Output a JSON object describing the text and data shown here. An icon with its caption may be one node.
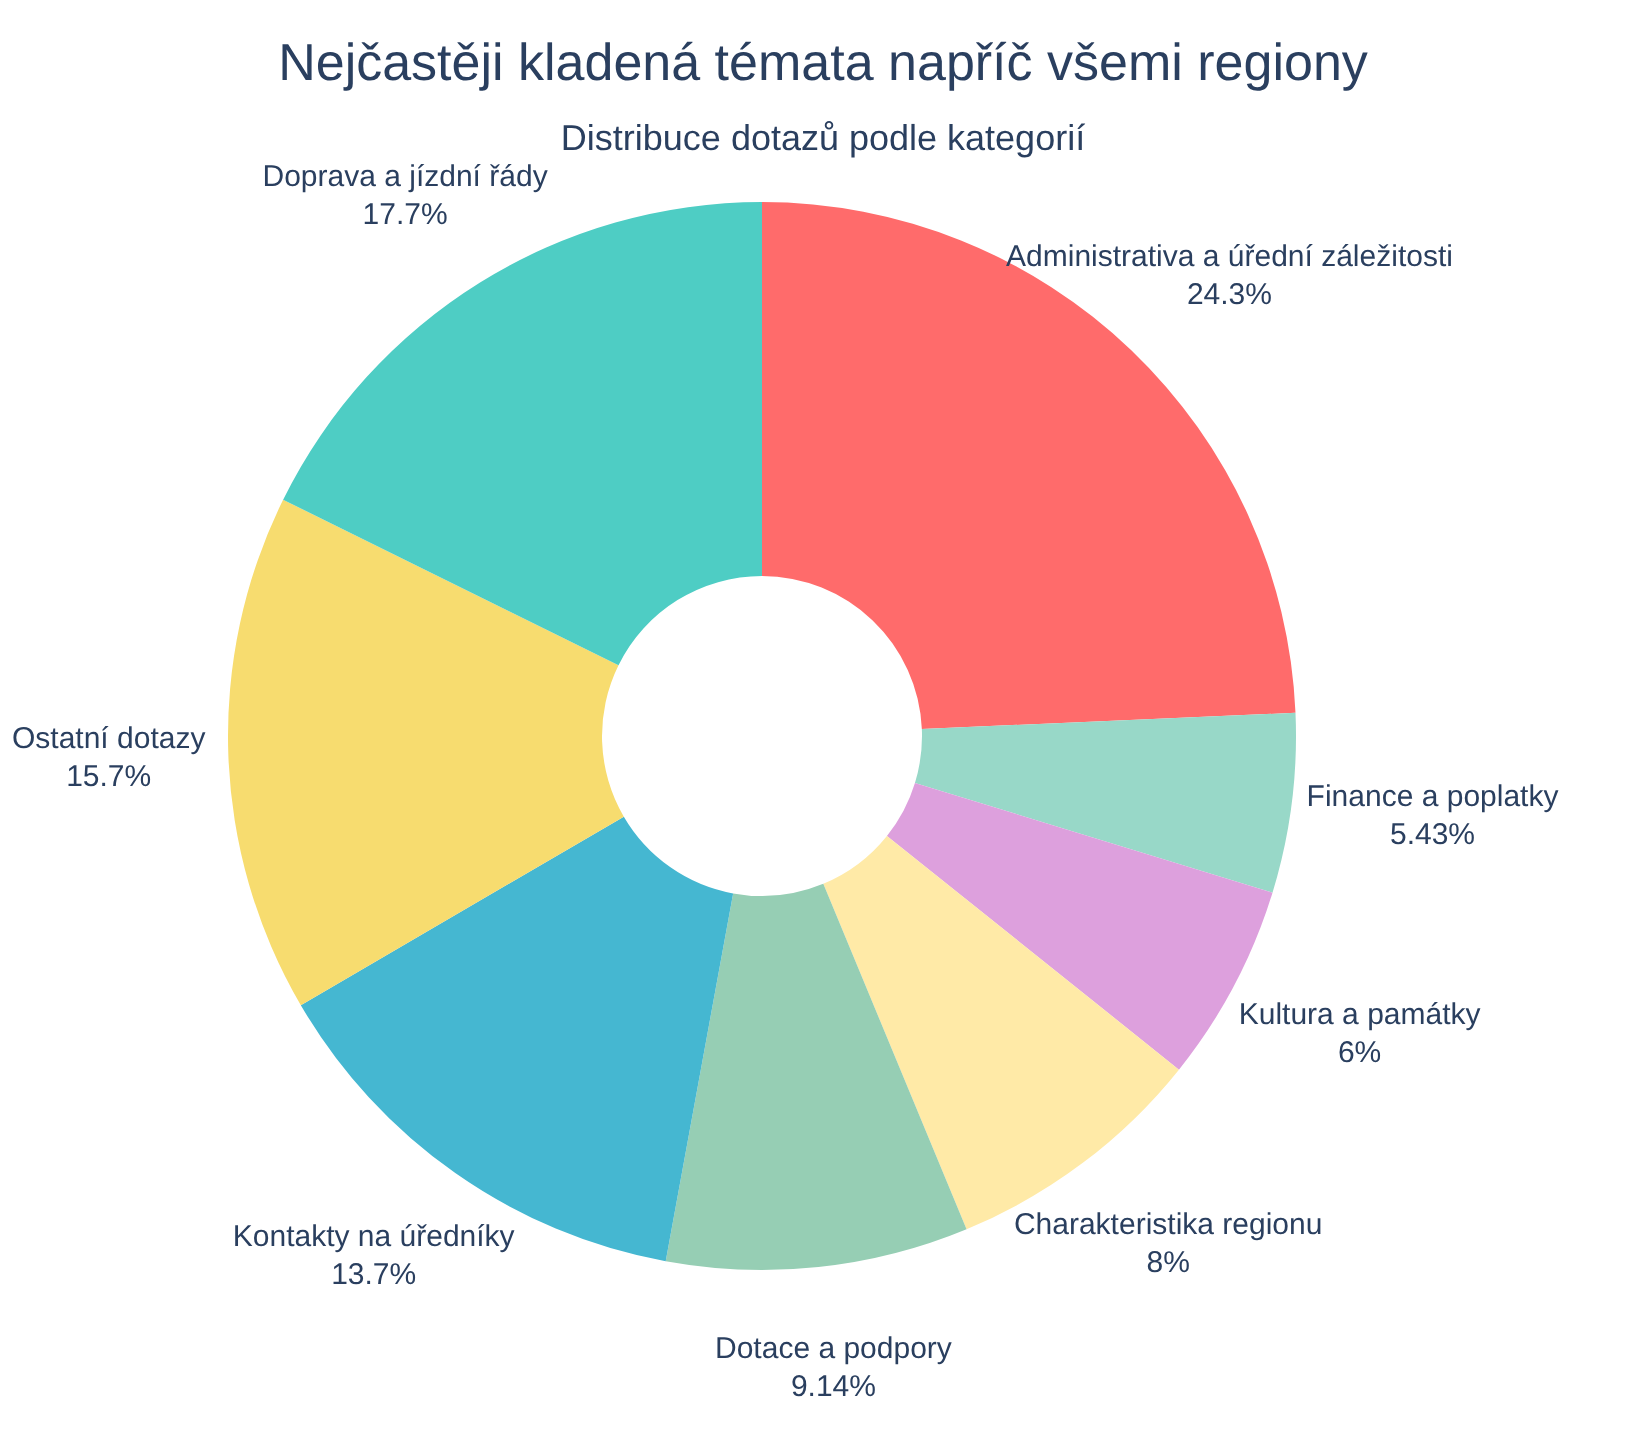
{
  "diagram": {
    "title": "Nejčastěji kladená témata napříč všemi regiony",
    "chart_data": {
      "type": "donut",
      "title": "Distribuce dotazů podle kategorií",
      "categories": [
        "Administrativa a úřední záležitosti",
        "Finance a poplatky",
        "Kultura a památky",
        "Charakteristika regionu",
        "Dotace a podpory",
        "Kontakty na úředníky",
        "Ostatní dotazy",
        "Doprava a jízdní řády"
      ],
      "series": [
        {
          "colors": [
            "#ff6b6b",
            "#98d8c8",
            "#dda0dd",
            "#ffeaa7",
            "#96ceb4",
            "#45b7d1",
            "#f7dc6f",
            "#4ecdc4"
          ],
          "values": [
            24.3,
            5.43,
            6,
            8,
            9.14,
            13.7,
            15.7,
            17.7
          ]
        }
      ],
      "value_labels": [
        "24.3%",
        "5.43%",
        "6%",
        "8%",
        "9.14%",
        "13.7%",
        "15.7%",
        "17.7%"
      ]
    }
  }
}
